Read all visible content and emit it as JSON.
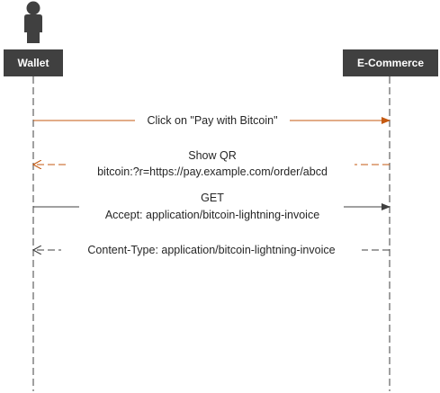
{
  "actors": {
    "wallet": {
      "label": "Wallet"
    },
    "ecommerce": {
      "label": "E-Commerce"
    }
  },
  "messages": [
    {
      "from": "Wallet",
      "to": "E-Commerce",
      "style": "solid",
      "lines": [
        "Click on \"Pay with Bitcoin\""
      ],
      "color": "#C55A11"
    },
    {
      "from": "E-Commerce",
      "to": "Wallet",
      "style": "dashed",
      "lines": [
        "Show QR",
        "bitcoin:?r=https://pay.example.com/order/abcd"
      ],
      "color": "#C55A11"
    },
    {
      "from": "Wallet",
      "to": "E-Commerce",
      "style": "solid",
      "lines": [
        "GET",
        "Accept: application/bitcoin-lightning-invoice"
      ],
      "color": "#404040"
    },
    {
      "from": "E-Commerce",
      "to": "Wallet",
      "style": "dashed",
      "lines": [
        "Content-Type: application/bitcoin-lightning-invoice"
      ],
      "color": "#404040"
    }
  ],
  "colors": {
    "actor_fill": "#404040",
    "actor_text": "#FFFFFF",
    "lifeline": "#404040",
    "label_text": "#262626"
  },
  "icons": {
    "user": "person-silhouette-icon"
  }
}
